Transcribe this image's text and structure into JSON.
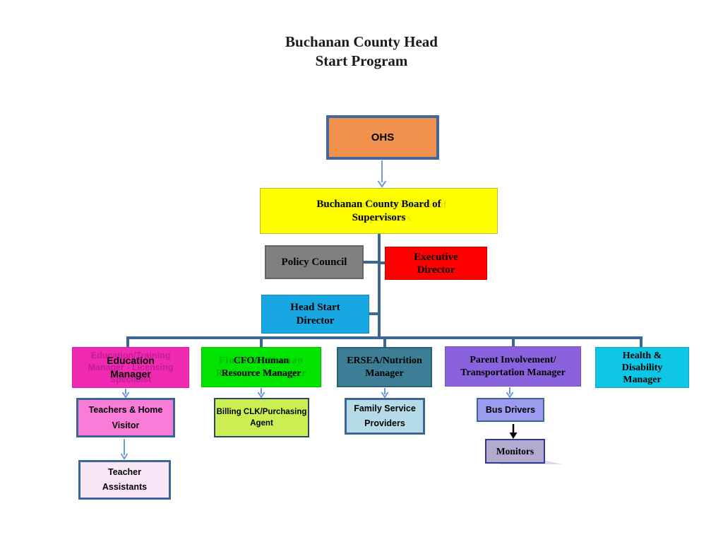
{
  "title": "Buchanan County Head\nStart Program",
  "nodes": {
    "ohs": {
      "label": "OHS",
      "fill": "#F0924E",
      "border": "#44679B"
    },
    "board": {
      "label": "Buchanan County Board of\nSupervisors",
      "fill": "#FFFF00",
      "border": "#B9B93E"
    },
    "policy": {
      "label": "Policy Council",
      "fill": "#808080",
      "border": "#646464"
    },
    "executive": {
      "label": "Executive\nDirector",
      "fill": "#FF0000",
      "border": "#CC0000"
    },
    "director": {
      "label": "Head Start\nDirector",
      "fill": "#17A7E3",
      "border": "#1489BB"
    },
    "education": {
      "label": "Education\nManager",
      "ghost": "Education/Training\nManager - Licensing\nSpecialist",
      "fill": "#F02AB2",
      "border": "#D321A0"
    },
    "cfo": {
      "label": "CFO/Human\nResource Manager",
      "ghost": "Financial/Human\nResource Manager",
      "fill": "#00E400",
      "border": "#00BE00"
    },
    "ersea": {
      "label": "ERSEA/Nutrition\nManager",
      "fill": "#3B7E96",
      "border": "#2B5F73"
    },
    "parent": {
      "label": "Parent Involvement/\nTransportation Manager",
      "fill": "#8B62DE",
      "border": "#7851C4"
    },
    "health": {
      "label": "Health  &\nDisability\nManager",
      "fill": "#0EC6E6",
      "border": "#0AA6C4"
    },
    "teachers": {
      "label": "Teachers & Home\nVisitor",
      "fill": "#F97CD9",
      "border": "#3A6793"
    },
    "billing": {
      "label": "Billing CLK/Purchasing\nAgent",
      "fill": "#CBEF50",
      "border": "#24486E"
    },
    "family": {
      "label": "Family Service\nProviders",
      "fill": "#B5DBE8",
      "border": "#3A6793"
    },
    "bus": {
      "label": "Bus Drivers",
      "fill": "#9B9BF0",
      "border": "#3A6793"
    },
    "assistants": {
      "label": "Teacher\nAssistants",
      "fill": "#F9E6F6",
      "border": "#3A6793"
    },
    "monitors": {
      "label": "Monitors",
      "fill": "#B3AACF",
      "border": "#32378F"
    }
  },
  "connectors": {
    "line_color": "#3A6793",
    "arrow_color": "#6F9BD1",
    "black_arrow_color": "#000000"
  }
}
